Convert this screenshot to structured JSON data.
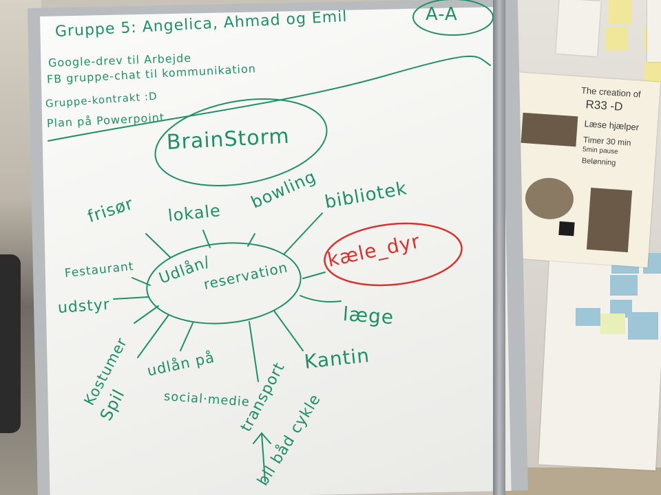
{
  "whiteboard": {
    "badge": "A-A",
    "group_line": "Gruppe 5: Angelica, Ahmad og Emil",
    "notes": [
      "Google-drev til Arbejde",
      "FB gruppe-chat til kommunikation",
      "Gruppe-kontrakt :D",
      "Plan på Powerpoint"
    ],
    "brainstorm_title": "BrainStorm",
    "center_label_1": "Udlån/",
    "center_label_2": "reservation",
    "branches": {
      "frisor": "frisør",
      "lokale": "lokale",
      "bowling": "bowling",
      "bibliotek": "bibliotek",
      "kaeledyr": "kæle_dyr",
      "laege": "læge",
      "kantine": "Kantin",
      "transport": "transport",
      "vehicles": "bil båd cykle",
      "social_1": "udlån på",
      "social_2": "social·medie",
      "kostumer": "Kostumer",
      "spil": "Spil",
      "udstyr": "udstyr",
      "festaurant": "Festaurant"
    },
    "colors": {
      "marker_green": "#1f8f6a",
      "marker_red": "#d8322e"
    }
  },
  "poster": {
    "title_1": "The creation of",
    "title_2": "R33 -D",
    "lines": [
      "Læse hjælper",
      "Timer 30 min",
      "5min pause",
      "Belønning"
    ]
  }
}
